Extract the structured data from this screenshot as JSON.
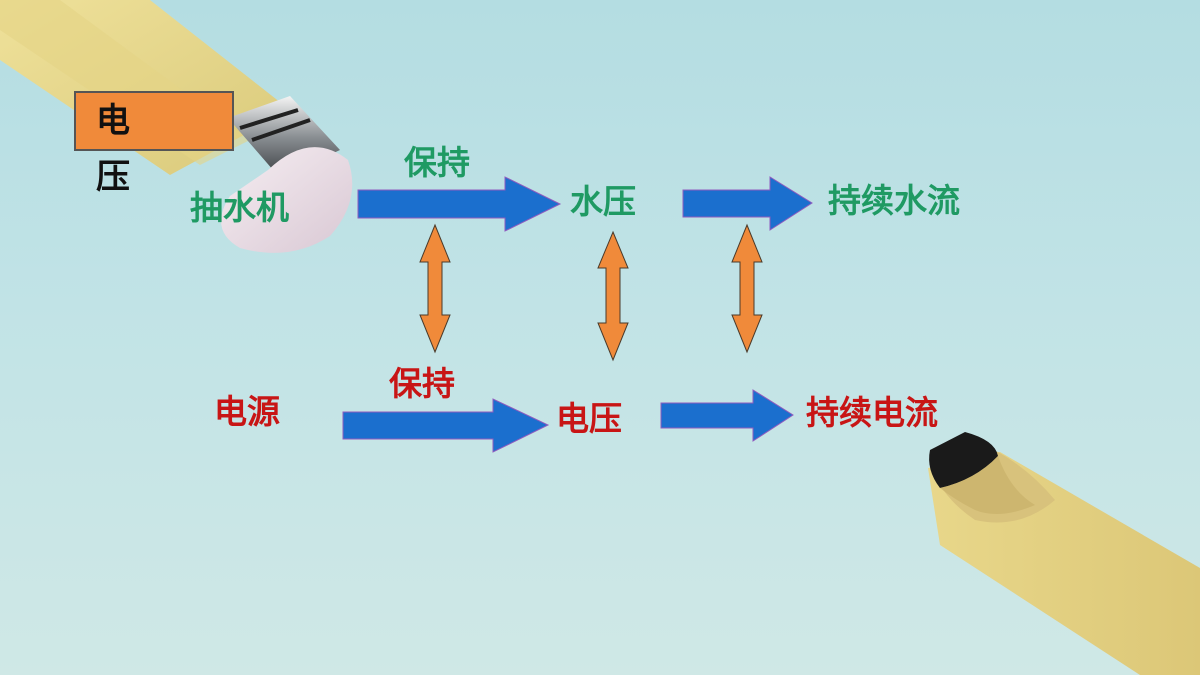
{
  "title": "电 压",
  "water": {
    "source": "抽水机",
    "keep": "保持",
    "pressure": "水压",
    "flow": "持续水流"
  },
  "circuit": {
    "source": "电源",
    "keep": "保持",
    "pressure": "电压",
    "flow": "持续电流"
  },
  "colors": {
    "water_text": "#1f9a63",
    "circuit_text": "#c81515",
    "flow_arrow": "#1b6fce",
    "analogy_arrow": "#f08a3a",
    "title_bg": "#f08a3a"
  }
}
